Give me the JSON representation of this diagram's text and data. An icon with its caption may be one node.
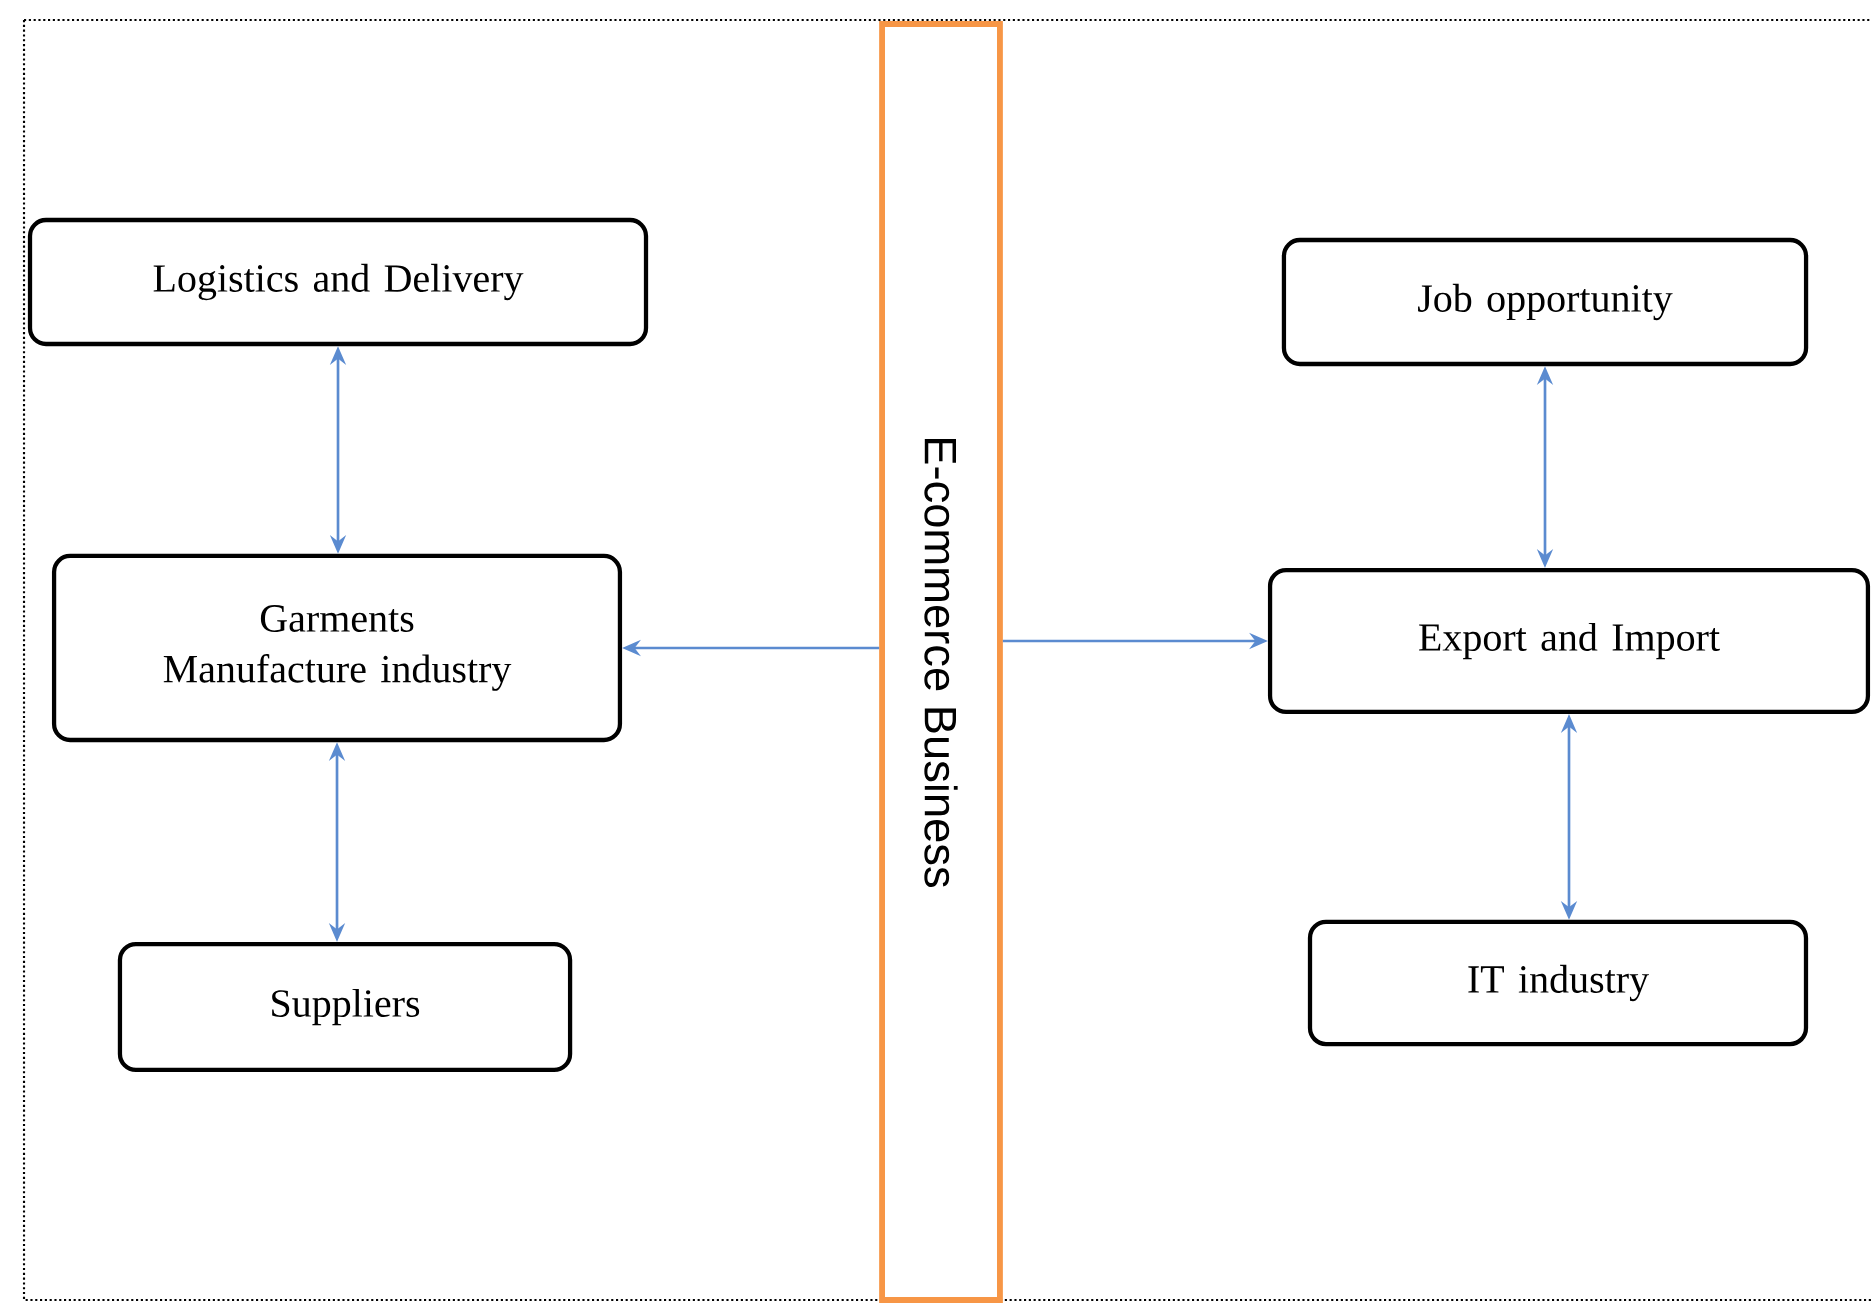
{
  "diagram": {
    "nodes": [
      {
        "text": [
          "Logistics and Delivery"
        ]
      },
      {
        "text": [
          "Garments Manufacture industry"
        ]
      },
      {
        "text": [
          "Suppliers"
        ]
      },
      {
        "text": [
          "E-commerce Business"
        ]
      },
      {
        "text": [
          "Job opportunity"
        ]
      },
      {
        "text": [
          "Export and Import"
        ]
      },
      {
        "text": [
          "IT industry"
        ]
      }
    ],
    "edges": [
      {
        "from": 0,
        "to": 1,
        "arrow": "both"
      },
      {
        "from": 1,
        "to": 2,
        "arrow": "both"
      },
      {
        "from": 3,
        "to": 1,
        "arrow": "to"
      },
      {
        "from": 3,
        "to": 5,
        "arrow": "to"
      },
      {
        "from": 4,
        "to": 5,
        "arrow": "both"
      },
      {
        "from": 5,
        "to": 6,
        "arrow": "both"
      }
    ]
  }
}
